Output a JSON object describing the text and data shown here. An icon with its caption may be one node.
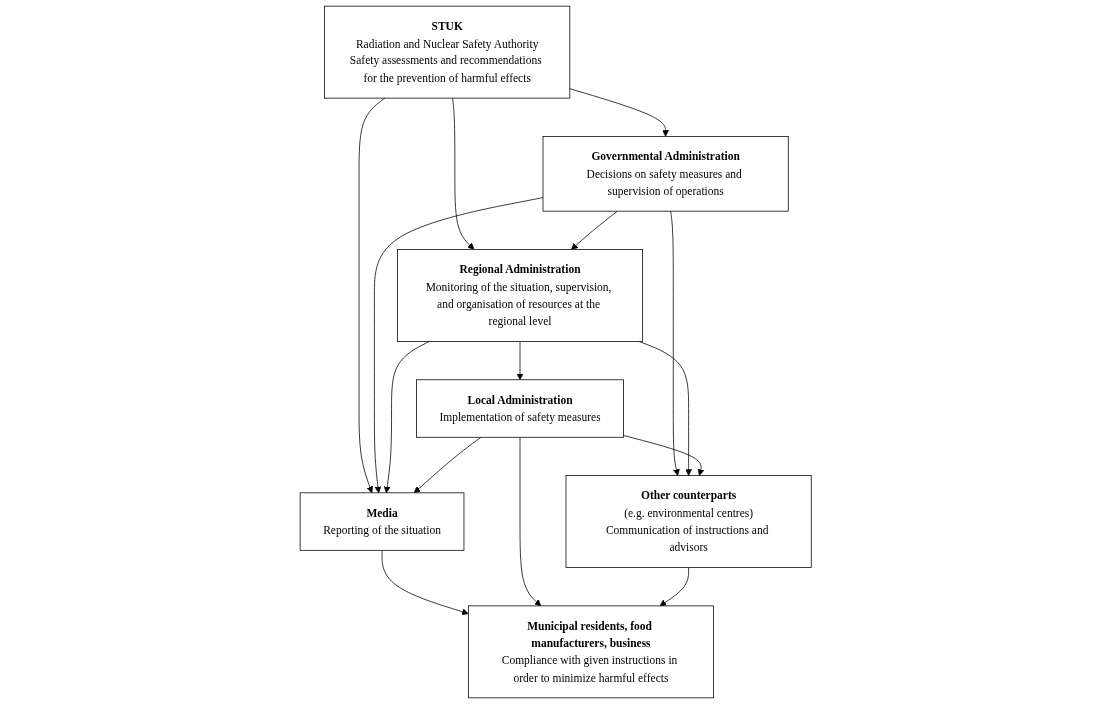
{
  "diagram": {
    "nodes": [
      {
        "text": [
          "STUK",
          "Radiation and Nuclear Safety Authority",
          "Safety assessments and recommendations for the prevention of harmful effects"
        ]
      },
      {
        "text": [
          "Governmental Administration",
          "Decisions on safety measures and supervision of operations"
        ]
      },
      {
        "text": [
          "Regional Administration",
          "Monitoring of the situation, supervision, and organisation of resources at the regional level"
        ]
      },
      {
        "text": [
          "Media",
          "Reporting of the situation"
        ]
      },
      {
        "text": [
          "Local Administration",
          "Implementation of safety measures"
        ]
      },
      {
        "text": [
          "Other counterparts",
          "(e.g. environmental centres)",
          "Communication of instructions and advisors"
        ]
      },
      {
        "text": [
          "Municipal residents, food manufacturers, business",
          "Compliance with given instructions in order to minimize harmful effects"
        ]
      }
    ],
    "edges": [
      {
        "from": 0,
        "to": 1,
        "arrow": "to"
      },
      {
        "from": 0,
        "to": 2,
        "arrow": "to"
      },
      {
        "from": 0,
        "to": 3,
        "arrow": "to"
      },
      {
        "from": 1,
        "to": 2,
        "arrow": "to"
      },
      {
        "from": 1,
        "to": 3,
        "arrow": "to"
      },
      {
        "from": 1,
        "to": 5,
        "arrow": "to"
      },
      {
        "from": 2,
        "to": 3,
        "arrow": "to"
      },
      {
        "from": 2,
        "to": 4,
        "arrow": "to"
      },
      {
        "from": 2,
        "to": 5,
        "arrow": "to"
      },
      {
        "from": 4,
        "to": 3,
        "arrow": "to"
      },
      {
        "from": 4,
        "to": 5,
        "arrow": "to"
      },
      {
        "from": 3,
        "to": 6,
        "arrow": "to"
      },
      {
        "from": 4,
        "to": 6,
        "arrow": "to"
      },
      {
        "from": 5,
        "to": 6,
        "arrow": "to"
      }
    ]
  }
}
